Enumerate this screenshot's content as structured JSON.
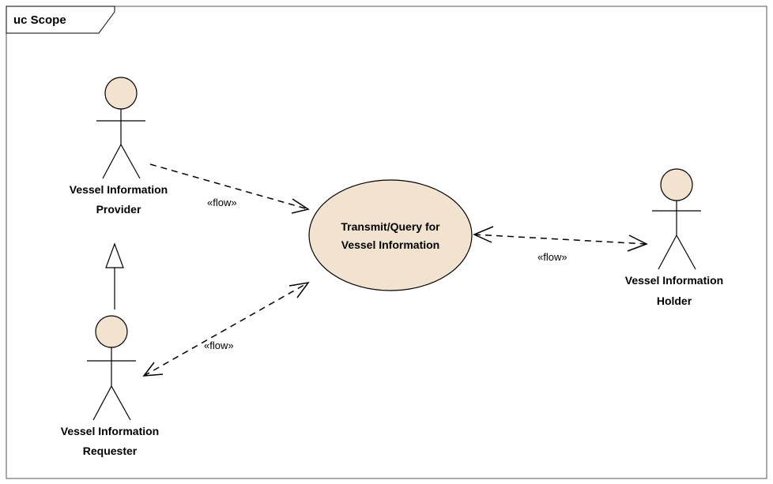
{
  "frame": {
    "title": "uc Scope"
  },
  "actors": {
    "provider": {
      "line1": "Vessel Information",
      "line2": "Provider"
    },
    "requester": {
      "line1": "Vessel Information",
      "line2": "Requester"
    },
    "holder": {
      "line1": "Vessel Information",
      "line2": "Holder"
    }
  },
  "usecase": {
    "line1": "Transmit/Query for",
    "line2": "Vessel Information"
  },
  "relations": {
    "provider_flow": {
      "label": "«flow»",
      "kind": "dependency"
    },
    "requester_flow": {
      "label": "«flow»",
      "kind": "dependency",
      "bidirectional": true
    },
    "holder_flow": {
      "label": "«flow»",
      "kind": "dependency",
      "bidirectional": true
    },
    "generalization": {
      "from": "requester",
      "to": "provider"
    }
  },
  "colors": {
    "fill": "#f2e3cf",
    "stroke": "#000000",
    "frame_border": "#555555"
  }
}
